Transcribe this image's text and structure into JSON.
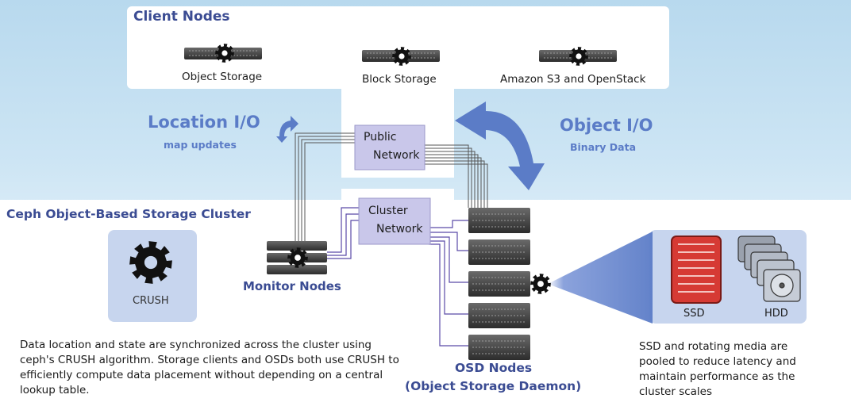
{
  "client_nodes": {
    "title": "Client Nodes",
    "items": [
      {
        "label": "Object Storage"
      },
      {
        "label": "Block Storage"
      },
      {
        "label": "Amazon S3 and OpenStack"
      }
    ]
  },
  "location_io": {
    "title": "Location I/O",
    "subtitle": "map updates"
  },
  "object_io": {
    "title": "Object I/O",
    "subtitle": "Binary Data"
  },
  "public_network": {
    "line1": "Public",
    "line2": "Network"
  },
  "cluster_network": {
    "line1": "Cluster",
    "line2": "Network"
  },
  "cluster": {
    "title": "Ceph Object-Based Storage Cluster",
    "crush_label": "CRUSH",
    "monitor_label": "Monitor Nodes",
    "osd_label_1": "OSD Nodes",
    "osd_label_2": "(Object Storage Daemon)",
    "description": "Data location and state are synchronized across the cluster using ceph's CRUSH algorithm. Storage clients and OSDs both use CRUSH to efficiently compute data placement without depending on a central lookup table.",
    "ssd_label": "SSD",
    "hdd_label": "HDD",
    "media_description": "SSD and rotating media are pooled to reduce latency and maintain performance as the cluster scales"
  },
  "colors": {
    "title_blue": "#3b4c93",
    "accent_blue": "#5b7cc7",
    "network_box": "#c9c7ea",
    "ssd_red": "#d63a34"
  }
}
